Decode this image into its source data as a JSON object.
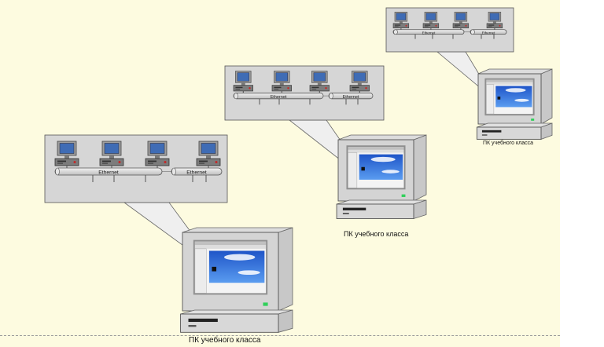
{
  "network_label": "Ethernet",
  "pc_caption": "ПК учебного класса",
  "colors": {
    "background": "#fdfbe0",
    "panel": "#d6d6d6",
    "screen_sky": "#2d6fd6",
    "led": "#2fd05a"
  },
  "groups": [
    {
      "id": "large",
      "label_1": "Ethernet",
      "label_2": "Ethernet",
      "caption": "ПК учебного класса"
    },
    {
      "id": "medium",
      "label_1": "Ethernet",
      "label_2": "Ethernet",
      "caption": "ПК учебного класса"
    },
    {
      "id": "small",
      "label_1": "Ethernet",
      "label_2": "Ethernet",
      "caption": "ПК учебного класса"
    }
  ]
}
